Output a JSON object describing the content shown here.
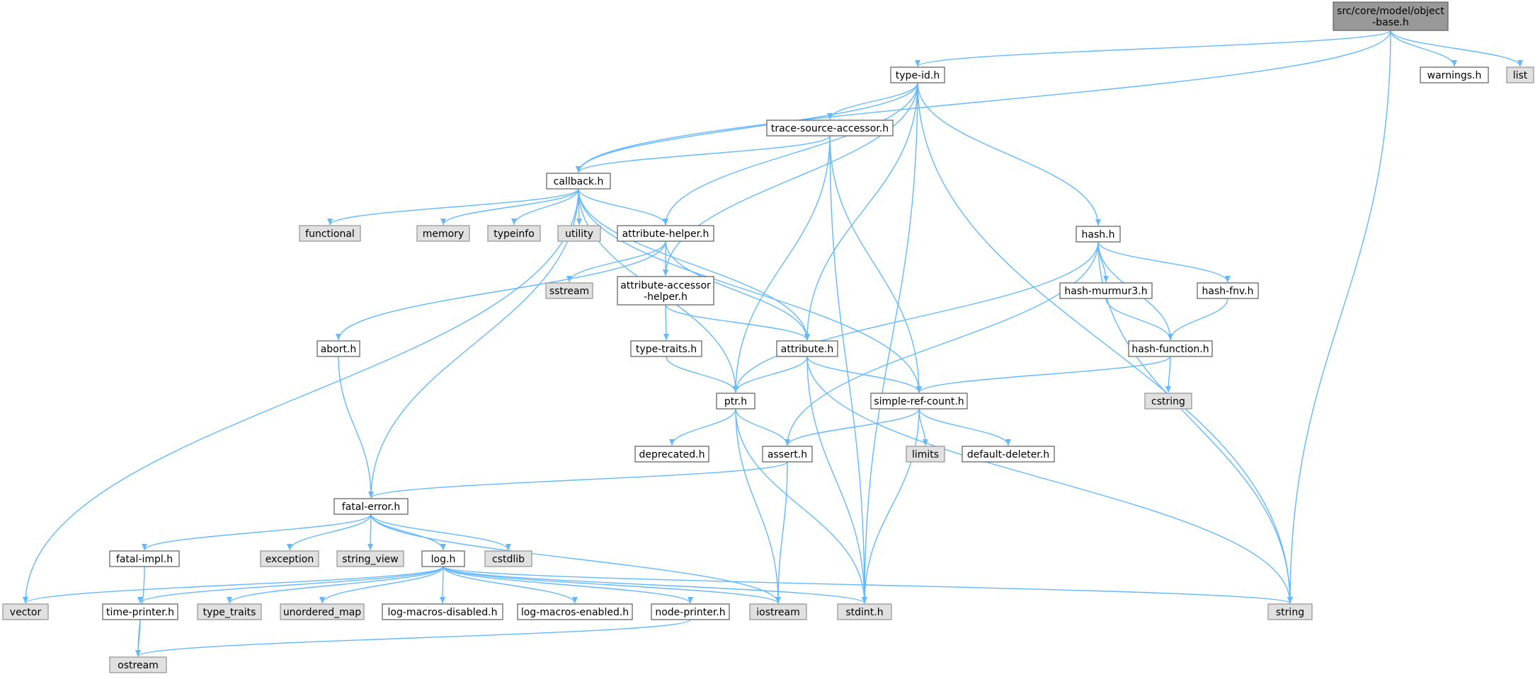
{
  "diagram": {
    "colors": {
      "edge": "#63b8ff",
      "node_border": "#666666",
      "internal_fill": "#ffffff",
      "external_fill": "#e0e0e0",
      "root_fill": "#999999"
    },
    "nodes": [
      {
        "id": "object-base",
        "lines": [
          "src/core/model/object",
          "-base.h"
        ],
        "kind": "root"
      },
      {
        "id": "type-id",
        "lines": [
          "type-id.h"
        ],
        "kind": "internal"
      },
      {
        "id": "warnings",
        "lines": [
          "warnings.h"
        ],
        "kind": "internal"
      },
      {
        "id": "list",
        "lines": [
          "list"
        ],
        "kind": "external"
      },
      {
        "id": "trace-source-accessor",
        "lines": [
          "trace-source-accessor.h"
        ],
        "kind": "internal"
      },
      {
        "id": "callback",
        "lines": [
          "callback.h"
        ],
        "kind": "internal"
      },
      {
        "id": "hash",
        "lines": [
          "hash.h"
        ],
        "kind": "internal"
      },
      {
        "id": "functional",
        "lines": [
          "functional"
        ],
        "kind": "external"
      },
      {
        "id": "memory",
        "lines": [
          "memory"
        ],
        "kind": "external"
      },
      {
        "id": "typeinfo",
        "lines": [
          "typeinfo"
        ],
        "kind": "external"
      },
      {
        "id": "utility",
        "lines": [
          "utility"
        ],
        "kind": "external"
      },
      {
        "id": "attribute-helper",
        "lines": [
          "attribute-helper.h"
        ],
        "kind": "internal"
      },
      {
        "id": "sstream",
        "lines": [
          "sstream"
        ],
        "kind": "external"
      },
      {
        "id": "attribute-accessor-helper",
        "lines": [
          "attribute-accessor",
          "-helper.h"
        ],
        "kind": "internal"
      },
      {
        "id": "hash-murmur3",
        "lines": [
          "hash-murmur3.h"
        ],
        "kind": "internal"
      },
      {
        "id": "hash-fnv",
        "lines": [
          "hash-fnv.h"
        ],
        "kind": "internal"
      },
      {
        "id": "abort",
        "lines": [
          "abort.h"
        ],
        "kind": "internal"
      },
      {
        "id": "type-traits-h",
        "lines": [
          "type-traits.h"
        ],
        "kind": "internal"
      },
      {
        "id": "attribute",
        "lines": [
          "attribute.h"
        ],
        "kind": "internal"
      },
      {
        "id": "hash-function",
        "lines": [
          "hash-function.h"
        ],
        "kind": "internal"
      },
      {
        "id": "ptr",
        "lines": [
          "ptr.h"
        ],
        "kind": "internal"
      },
      {
        "id": "simple-ref-count",
        "lines": [
          "simple-ref-count.h"
        ],
        "kind": "internal"
      },
      {
        "id": "cstring",
        "lines": [
          "cstring"
        ],
        "kind": "external"
      },
      {
        "id": "deprecated",
        "lines": [
          "deprecated.h"
        ],
        "kind": "internal"
      },
      {
        "id": "assert",
        "lines": [
          "assert.h"
        ],
        "kind": "internal"
      },
      {
        "id": "limits",
        "lines": [
          "limits"
        ],
        "kind": "external"
      },
      {
        "id": "default-deleter",
        "lines": [
          "default-deleter.h"
        ],
        "kind": "internal"
      },
      {
        "id": "fatal-error",
        "lines": [
          "fatal-error.h"
        ],
        "kind": "internal"
      },
      {
        "id": "fatal-impl",
        "lines": [
          "fatal-impl.h"
        ],
        "kind": "internal"
      },
      {
        "id": "exception",
        "lines": [
          "exception"
        ],
        "kind": "external"
      },
      {
        "id": "string_view",
        "lines": [
          "string_view"
        ],
        "kind": "external"
      },
      {
        "id": "log",
        "lines": [
          "log.h"
        ],
        "kind": "internal"
      },
      {
        "id": "cstdlib",
        "lines": [
          "cstdlib"
        ],
        "kind": "external"
      },
      {
        "id": "vector",
        "lines": [
          "vector"
        ],
        "kind": "external"
      },
      {
        "id": "time-printer",
        "lines": [
          "time-printer.h"
        ],
        "kind": "internal"
      },
      {
        "id": "type_traits",
        "lines": [
          "type_traits"
        ],
        "kind": "external"
      },
      {
        "id": "unordered_map",
        "lines": [
          "unordered_map"
        ],
        "kind": "external"
      },
      {
        "id": "log-macros-disabled",
        "lines": [
          "log-macros-disabled.h"
        ],
        "kind": "internal"
      },
      {
        "id": "log-macros-enabled",
        "lines": [
          "log-macros-enabled.h"
        ],
        "kind": "internal"
      },
      {
        "id": "node-printer",
        "lines": [
          "node-printer.h"
        ],
        "kind": "internal"
      },
      {
        "id": "iostream",
        "lines": [
          "iostream"
        ],
        "kind": "external"
      },
      {
        "id": "stdint",
        "lines": [
          "stdint.h"
        ],
        "kind": "external"
      },
      {
        "id": "string",
        "lines": [
          "string"
        ],
        "kind": "external"
      },
      {
        "id": "ostream",
        "lines": [
          "ostream"
        ],
        "kind": "external"
      }
    ],
    "edges": [
      [
        "object-base",
        "type-id"
      ],
      [
        "object-base",
        "warnings"
      ],
      [
        "object-base",
        "list"
      ],
      [
        "object-base",
        "callback"
      ],
      [
        "object-base",
        "string"
      ],
      [
        "type-id",
        "trace-source-accessor"
      ],
      [
        "type-id",
        "callback"
      ],
      [
        "type-id",
        "hash"
      ],
      [
        "type-id",
        "attribute-helper"
      ],
      [
        "type-id",
        "attribute-accessor-helper"
      ],
      [
        "type-id",
        "attribute"
      ],
      [
        "type-id",
        "stdint"
      ],
      [
        "type-id",
        "string"
      ],
      [
        "trace-source-accessor",
        "callback"
      ],
      [
        "trace-source-accessor",
        "ptr"
      ],
      [
        "trace-source-accessor",
        "simple-ref-count"
      ],
      [
        "trace-source-accessor",
        "stdint"
      ],
      [
        "callback",
        "functional"
      ],
      [
        "callback",
        "memory"
      ],
      [
        "callback",
        "typeinfo"
      ],
      [
        "callback",
        "utility"
      ],
      [
        "callback",
        "attribute-helper"
      ],
      [
        "callback",
        "attribute"
      ],
      [
        "callback",
        "ptr"
      ],
      [
        "callback",
        "simple-ref-count"
      ],
      [
        "callback",
        "fatal-error"
      ],
      [
        "callback",
        "vector"
      ],
      [
        "hash",
        "hash-murmur3"
      ],
      [
        "hash",
        "hash-fnv"
      ],
      [
        "hash",
        "hash-function"
      ],
      [
        "hash",
        "ptr"
      ],
      [
        "hash",
        "assert"
      ],
      [
        "hash",
        "string"
      ],
      [
        "attribute-helper",
        "sstream"
      ],
      [
        "attribute-helper",
        "attribute-accessor-helper"
      ],
      [
        "attribute-helper",
        "attribute"
      ],
      [
        "attribute-helper",
        "abort"
      ],
      [
        "attribute-accessor-helper",
        "type-traits-h"
      ],
      [
        "attribute-accessor-helper",
        "attribute"
      ],
      [
        "hash-murmur3",
        "hash-function"
      ],
      [
        "hash-fnv",
        "hash-function"
      ],
      [
        "hash-function",
        "cstring"
      ],
      [
        "hash-function",
        "simple-ref-count"
      ],
      [
        "abort",
        "fatal-error"
      ],
      [
        "type-traits-h",
        "ptr"
      ],
      [
        "attribute",
        "ptr"
      ],
      [
        "attribute",
        "simple-ref-count"
      ],
      [
        "attribute",
        "stdint"
      ],
      [
        "attribute",
        "string"
      ],
      [
        "ptr",
        "deprecated"
      ],
      [
        "ptr",
        "assert"
      ],
      [
        "ptr",
        "iostream"
      ],
      [
        "ptr",
        "stdint"
      ],
      [
        "simple-ref-count",
        "limits"
      ],
      [
        "simple-ref-count",
        "default-deleter"
      ],
      [
        "simple-ref-count",
        "assert"
      ],
      [
        "simple-ref-count",
        "stdint"
      ],
      [
        "assert",
        "fatal-error"
      ],
      [
        "assert",
        "iostream"
      ],
      [
        "fatal-error",
        "fatal-impl"
      ],
      [
        "fatal-error",
        "exception"
      ],
      [
        "fatal-error",
        "string_view"
      ],
      [
        "fatal-error",
        "log"
      ],
      [
        "fatal-error",
        "cstdlib"
      ],
      [
        "fatal-error",
        "iostream"
      ],
      [
        "fatal-impl",
        "ostream"
      ],
      [
        "log",
        "vector"
      ],
      [
        "log",
        "time-printer"
      ],
      [
        "log",
        "type_traits"
      ],
      [
        "log",
        "unordered_map"
      ],
      [
        "log",
        "log-macros-disabled"
      ],
      [
        "log",
        "log-macros-enabled"
      ],
      [
        "log",
        "node-printer"
      ],
      [
        "log",
        "iostream"
      ],
      [
        "log",
        "stdint"
      ],
      [
        "log",
        "string"
      ],
      [
        "time-printer",
        "ostream"
      ],
      [
        "node-printer",
        "ostream"
      ]
    ]
  }
}
